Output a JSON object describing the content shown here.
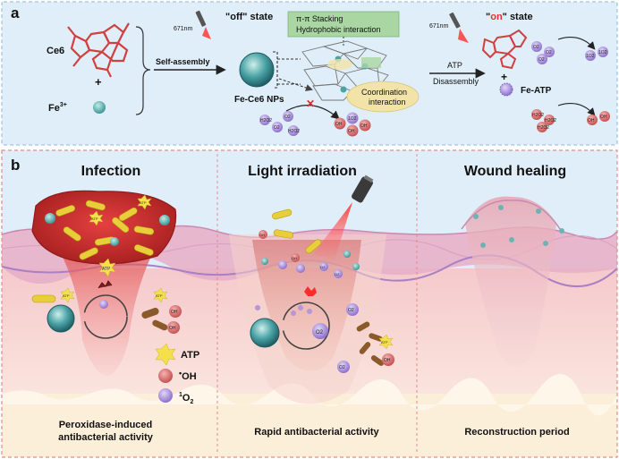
{
  "panel_a": {
    "letter": "a",
    "ce6_label": "Ce6",
    "plus": "+",
    "fe_label": "Fe",
    "fe_sup": "3+",
    "self_assembly": "Self-assembly",
    "nm_left": "671nm",
    "off_quote_open": "\"",
    "off_word": "off",
    "off_rest": "\" state",
    "pi_line1": "π-π Stacking",
    "pi_line2": "Hydrophobic interaction",
    "nps_label": "Fe-Ce6 NPs",
    "coord_line1": "Coordination",
    "coord_line2": "interaction",
    "nm_right": "671nm",
    "on_quote_open": "\"",
    "on_word": "on",
    "on_rest": "\" state",
    "atp_arrow": "ATP",
    "disassembly": "Disassembly",
    "plus2": "+",
    "fe_atp": "Fe-ATP",
    "o2_small": "O2",
    "h2o2_small": "H2O2",
    "o2_singlet_small": "1O2",
    "oh_small": "OH"
  },
  "panel_b": {
    "letter": "b",
    "col1_title": "Infection",
    "col2_title": "Light irradiation",
    "col3_title": "Wound healing",
    "col1_caption_line1": "Peroxidase-induced",
    "col1_caption_line2": "antibacterial activity",
    "col2_caption": "Rapid antibacterial activity",
    "col3_caption": "Reconstruction period",
    "atp_tag": "ATP",
    "oh_tag": "OH",
    "o2_tag": "O2",
    "legend_atp": "ATP",
    "legend_oh_dot": "•",
    "legend_oh": "OH",
    "legend_o2_sup": "1",
    "legend_o2": "O",
    "legend_o2_sub": "2"
  },
  "colors": {
    "frame_blue": "#9cc3e0",
    "frame_red": "#e88a8a",
    "panel_a_bg": "#dfeef8",
    "panel_b_bg": "#dfeef8",
    "skin_pink": "#f6cfd2",
    "skin_purple": "#c8a6d6",
    "wound_red": "#d63a3a",
    "bacteria_yellow": "#e8cf3a",
    "np_teal": "#4aa3a5",
    "oh_red": "#d96b6b",
    "o2_purple": "#a88fd6",
    "laser_red": "#ff3a3a",
    "green_box": "#a9d6a2",
    "beige_box": "#f2e3a8"
  }
}
